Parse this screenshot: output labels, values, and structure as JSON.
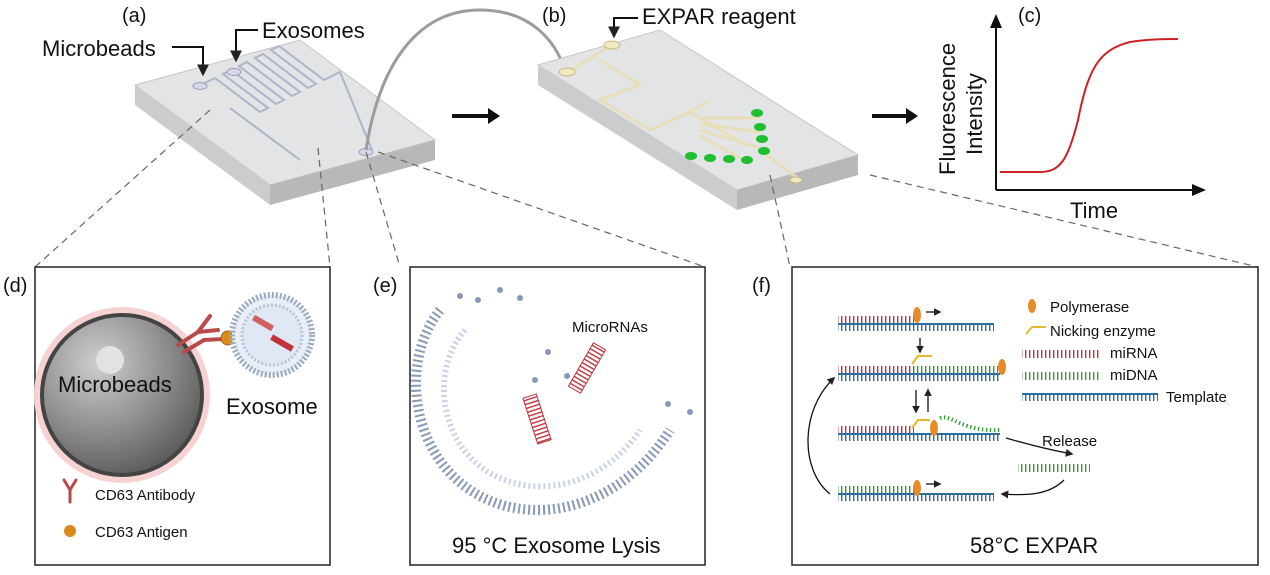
{
  "panel_labels": {
    "a": "(a)",
    "b": "(b)",
    "c": "(c)",
    "d": "(d)",
    "e": "(e)",
    "f": "(f)"
  },
  "chip_a": {
    "microbeads": "Microbeads",
    "exosomes": "Exosomes"
  },
  "chip_b": {
    "reagent": "EXPAR reagent"
  },
  "plot_c": {
    "ylabel_line1": "Fluorescence",
    "ylabel_line2": "Intensity",
    "xlabel": "Time"
  },
  "panel_d": {
    "bead": "Microbeads",
    "exosome": "Exosome",
    "legend_antibody": "CD63 Antibody",
    "legend_antigen": "CD63 Antigen"
  },
  "panel_e": {
    "microrna": "MicroRNAs",
    "caption": "95 °C Exosome Lysis"
  },
  "panel_f": {
    "legend": {
      "polymerase": "Polymerase",
      "nicking": "Nicking enzyme",
      "mirna": "miRNA",
      "midna": "miDNA",
      "template": "Template"
    },
    "release": "Release",
    "caption": "58°C EXPAR"
  },
  "colors": {
    "mirna": "#c0333a",
    "midna": "#3a9a3a",
    "template": "#2a6fa0",
    "polymerase": "#e8892a",
    "nicking": "#e8b82a",
    "green_dot": "#1fbf2f",
    "curve": "#cc2222"
  }
}
